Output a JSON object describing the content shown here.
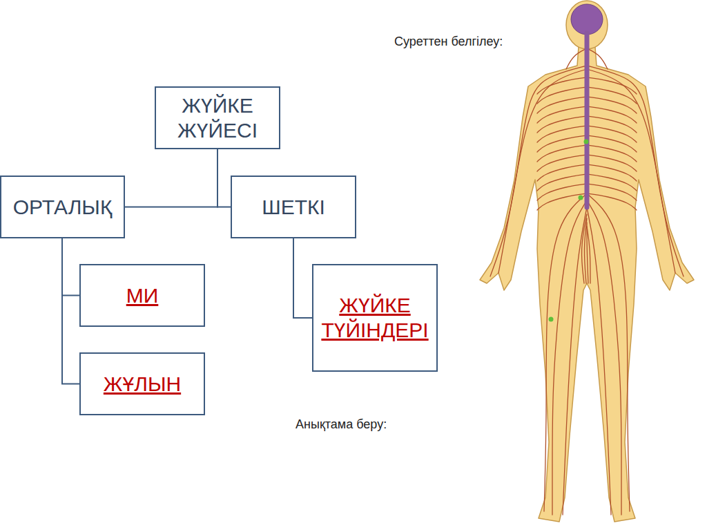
{
  "diagram": {
    "nodes": [
      {
        "text": [
          "ЖҮЙКЕ ЖҮЙЕСІ"
        ]
      },
      {
        "text": [
          "ОРТАЛЫҚ"
        ]
      },
      {
        "text": [
          "ШЕТКІ"
        ]
      },
      {
        "text": [
          "МИ"
        ]
      },
      {
        "text": [
          "ЖҰЛЫН"
        ]
      },
      {
        "text": [
          "ЖҮЙКЕ ТҮЙІНДЕРІ"
        ]
      }
    ],
    "edges": [
      {
        "from": 0,
        "to": 1,
        "arrow": "none"
      },
      {
        "from": 0,
        "to": 2,
        "arrow": "none"
      },
      {
        "from": 1,
        "to": 3,
        "arrow": "none"
      },
      {
        "from": 1,
        "to": 4,
        "arrow": "none"
      },
      {
        "from": 2,
        "to": 5,
        "arrow": "none"
      }
    ],
    "labels": [
      "Суреттен белгілеу:",
      "Анықтама беру:"
    ]
  }
}
